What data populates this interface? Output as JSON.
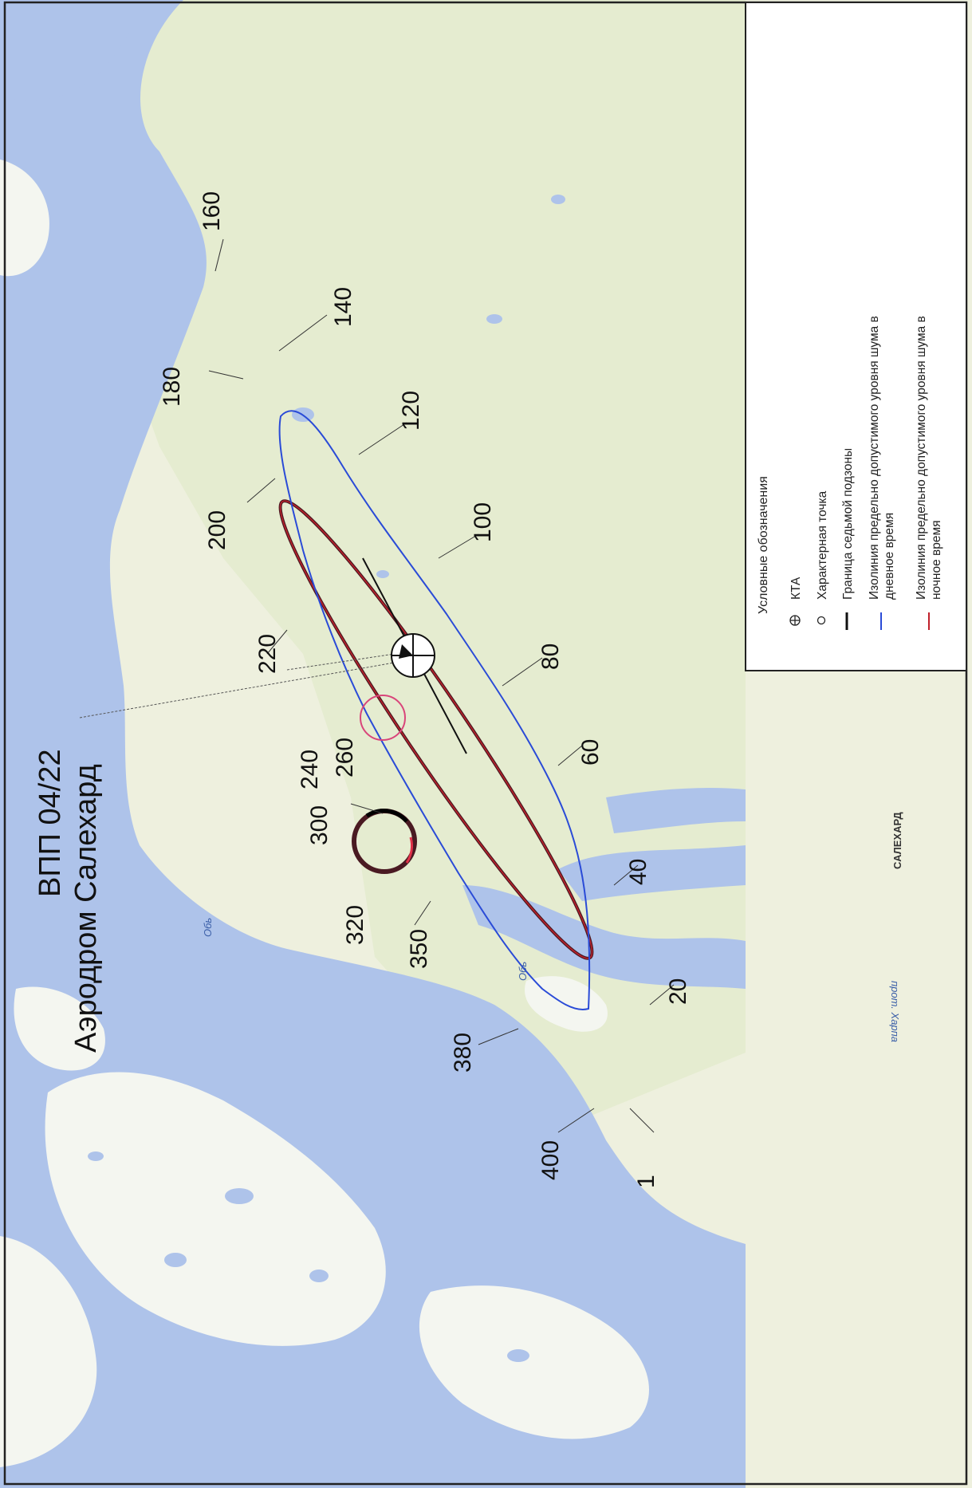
{
  "map": {
    "title_line1": "ВПП 04/22",
    "title_line2": "Аэродром Салехард",
    "place_labels": [
      {
        "id": "salekhard",
        "text": "САЛЕХАРД"
      },
      {
        "id": "river1",
        "text": "Обь"
      },
      {
        "id": "river2",
        "text": "Обь"
      },
      {
        "id": "prot",
        "text": "прот. Харпа"
      }
    ],
    "point_labels": [
      "1",
      "20",
      "40",
      "60",
      "80",
      "100",
      "120",
      "140",
      "160",
      "180",
      "200",
      "220",
      "240",
      "260",
      "300",
      "320",
      "350",
      "380",
      "400"
    ]
  },
  "legend": {
    "heading": "Условные обозначения",
    "items": [
      {
        "icon": "crosshair-circle-icon",
        "label": "КТА"
      },
      {
        "icon": "small-circle-icon",
        "label": "Характерная точка"
      },
      {
        "icon": "black-line-icon",
        "color": "#111111",
        "label": "Граница седьмой подзоны"
      },
      {
        "icon": "blue-line-icon",
        "color": "#2a4bd7",
        "label_line1": "Изолиния предельно допустимого уровня шума в",
        "label_line2": "дневное время"
      },
      {
        "icon": "red-line-icon",
        "color": "#c0202a",
        "label_line1": "Изолиния предельно допустимого уровня шума в",
        "label_line2": "ночное время"
      }
    ]
  },
  "colors": {
    "water": "#aec3ea",
    "land": "#eef0de",
    "day_isoline": "#2a4bd7",
    "night_isoline": "#c0202a",
    "boundary": "#4a1a22",
    "marker": "#d9457a"
  }
}
